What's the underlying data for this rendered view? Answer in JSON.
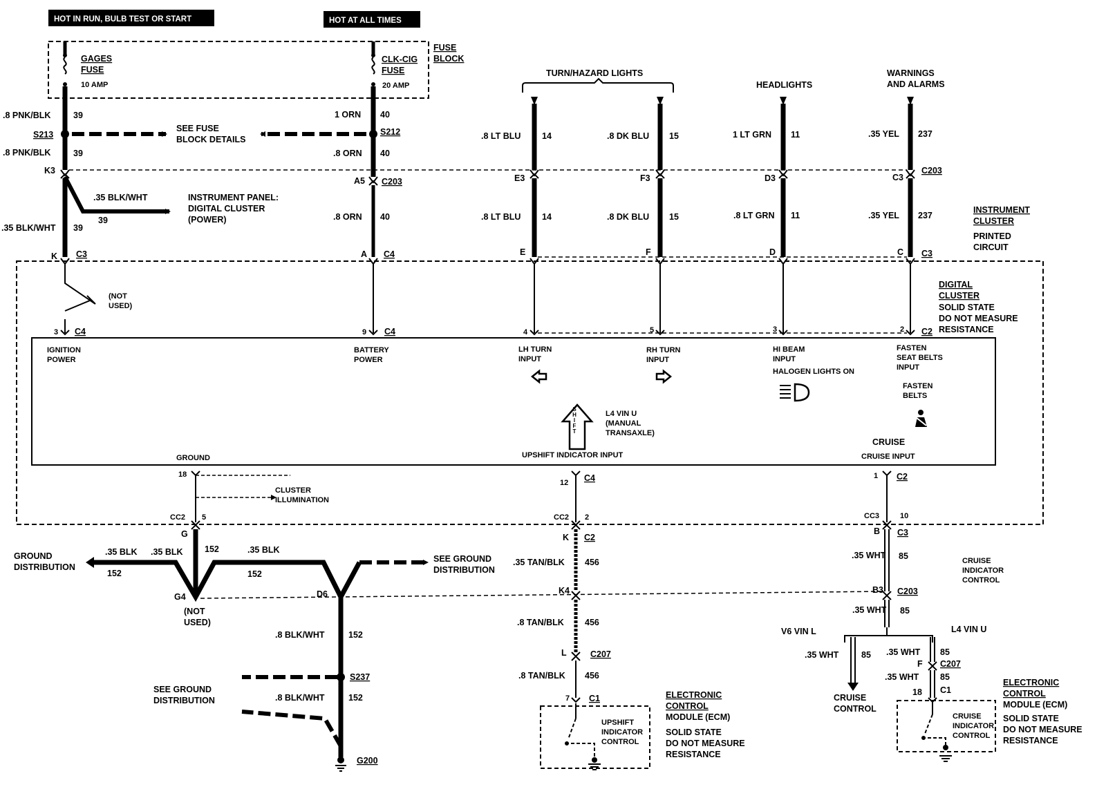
{
  "headers": {
    "hot_in_run": "HOT IN RUN, BULB TEST OR START",
    "hot_at_all_times": "HOT AT ALL TIMES"
  },
  "fuse_block": {
    "label_1": "FUSE",
    "label_2": "BLOCK",
    "gages": {
      "name_1": "GAGES",
      "name_2": "FUSE",
      "rating": "10 AMP"
    },
    "clkcig": {
      "name_1": "CLK-CIG",
      "name_2": "FUSE",
      "rating": "20 AMP"
    }
  },
  "upper": {
    "pnkblk_1": ".8 PNK/BLK",
    "c39_1": "39",
    "s213": "S213",
    "see_fuse_1": "SEE FUSE",
    "see_fuse_2": "BLOCK DETAILS",
    "pnkblk_2": ".8 PNK/BLK",
    "c39_2": "39",
    "k3": "K3",
    "blkwht_35": ".35 BLK/WHT",
    "ip_1": "INSTRUMENT PANEL:",
    "ip_2": "DIGITAL CLUSTER",
    "ip_3": "(POWER)",
    "c39_3": "39",
    "blkwht_35b": ".35 BLK/WHT",
    "c39_4": "39",
    "k": "K",
    "c3_left": "C3",
    "orn_1": "1 ORN",
    "c40_1": "40",
    "s212": "S212",
    "orn_8": ".8 ORN",
    "c40_2": "40",
    "a5": "A5",
    "c203_a": "C203",
    "orn_8b": ".8 ORN",
    "c40_3": "40",
    "a": "A",
    "c4_top": "C4",
    "turn_hazard": "TURN/HAZARD LIGHTS",
    "headlights": "HEADLIGHTS",
    "warnings_1": "WARNINGS",
    "warnings_2": "AND ALARMS",
    "ltblu_1": ".8 LT BLU",
    "c14_1": "14",
    "dkblu_1": ".8 DK BLU",
    "c15_1": "15",
    "ltgrn_1": "1 LT GRN",
    "c11_1": "11",
    "yel_1": ".35 YEL",
    "c237_1": "237",
    "e3": "E3",
    "f3": "F3",
    "d3": "D3",
    "c3pin": "C3",
    "c203_b": "C203",
    "ltblu_2": ".8 LT BLU",
    "c14_2": "14",
    "dkblu_2": ".8 DK BLU",
    "c15_2": "15",
    "ltgrn_2": ".8 LT GRN",
    "c11_2": "11",
    "yel_2": ".35 YEL",
    "c237_2": "237",
    "e": "E",
    "f": "F",
    "d": "D",
    "c": "C",
    "c3_right": "C3",
    "ic_1": "INSTRUMENT",
    "ic_2": "CLUSTER",
    "ic_3": "PRINTED",
    "ic_4": "CIRCUIT"
  },
  "cluster": {
    "not_used_1": "(NOT",
    "not_used_2": "USED)",
    "pin3": "3",
    "c4_a": "C4",
    "pin9": "9",
    "c4_b": "C4",
    "pin4": "4",
    "pin5": "5",
    "pin3b": "3",
    "pin2": "2",
    "c2_a": "C2",
    "dc_1": "DIGITAL",
    "dc_2": "CLUSTER",
    "dc_3": "SOLID STATE",
    "dc_4": "DO NOT MEASURE",
    "dc_5": "RESISTANCE",
    "ign_1": "IGNITION",
    "ign_2": "POWER",
    "bat_1": "BATTERY",
    "bat_2": "POWER",
    "lh_1": "LH TURN",
    "lh_2": "INPUT",
    "rh_1": "RH TURN",
    "rh_2": "INPUT",
    "hi_1": "HI BEAM",
    "hi_2": "INPUT",
    "halogen": "HALOGEN LIGHTS ON",
    "fsb_1": "FASTEN",
    "fsb_2": "SEAT BELTS",
    "fsb_3": "INPUT",
    "fb_1": "FASTEN",
    "fb_2": "BELTS",
    "shift": "SHIFT",
    "l4_1": "L4 VIN U",
    "l4_2": "(MANUAL",
    "l4_3": "TRANSAXLE)",
    "cruise": "CRUISE",
    "cruise_input": "CRUISE INPUT",
    "ground": "GROUND",
    "upshift_input": "UPSHIFT INDICATOR INPUT",
    "pin18": "18",
    "illum_1": "CLUSTER",
    "illum_2": "ILLUMINATION",
    "pin12": "12",
    "c4_c": "C4",
    "pin1": "1",
    "c2_b": "C2",
    "cc2_a": "CC2",
    "pin5b": "5",
    "cc2_b": "CC2",
    "pin2b": "2",
    "cc3": "CC3",
    "pin10": "10"
  },
  "lower": {
    "g": "G",
    "b": "B",
    "c3": "C3",
    "k": "K",
    "c2": "C2",
    "gd_1": "GROUND",
    "gd_2": "DISTRIBUTION",
    "blk_a": ".35 BLK",
    "blk_b": ".35 BLK",
    "c152_a": "152",
    "blk_c": ".35 BLK",
    "c152_b": "152",
    "c152_c": "152",
    "g4": "G4",
    "not_used_1": "(NOT",
    "not_used_2": "USED)",
    "d6": "D6",
    "sgd_1": "SEE GROUND",
    "sgd_2": "DISTRIBUTION",
    "blkwht_1": ".8 BLK/WHT",
    "c152_d": "152",
    "s237": "S237",
    "sgd2_1": "SEE GROUND",
    "sgd2_2": "DISTRIBUTION",
    "blkwht_2": ".8 BLK/WHT",
    "c152_e": "152",
    "g200": "G200",
    "tan_35": ".35 TAN/BLK",
    "c456_1": "456",
    "k4": "K4",
    "tan_8": ".8 TAN/BLK",
    "c456_2": "456",
    "l": "L",
    "c207_a": "C207",
    "tan_8b": ".8 TAN/BLK",
    "c456_3": "456",
    "pin7": "7",
    "c1_a": "C1",
    "up_1": "UPSHIFT",
    "up_2": "INDICATOR",
    "up_3": "CONTROL",
    "ecm_1": "ELECTRONIC",
    "ecm_2": "CONTROL",
    "ecm_3": "MODULE",
    "ecm_3b": "(ECM)",
    "ecm_4": "SOLID STATE",
    "ecm_5": "DO NOT MEASURE",
    "ecm_6": "RESISTANCE",
    "wht_1": ".35 WHT",
    "c85_1": "85",
    "cic_1": "CRUISE",
    "cic_2": "INDICATOR",
    "cic_3": "CONTROL",
    "b3": "B3",
    "c203": "C203",
    "wht_2": ".35 WHT",
    "c85_2": "85",
    "v6": "V6 VIN L",
    "l4": "L4 VIN U",
    "wht_3": ".35 WHT",
    "c85_3": "85",
    "wht_4": ".35 WHT",
    "c85_4": "85",
    "f": "F",
    "c207_b": "C207",
    "wht_5": ".35 WHT",
    "c85_5": "85",
    "pin18": "18",
    "c1_b": "C1",
    "cc_1": "CRUISE",
    "cc_2": "CONTROL",
    "ci_1": "CRUISE",
    "ci_2": "INDICATOR",
    "ci_3": "CONTROL",
    "ecm2_1": "ELECTRONIC",
    "ecm2_2": "CONTROL",
    "ecm2_3": "MODULE",
    "ecm2_3b": "(ECM)",
    "ecm2_4": "SOLID STATE",
    "ecm2_5": "DO NOT MEASURE",
    "ecm2_6": "RESISTANCE"
  }
}
